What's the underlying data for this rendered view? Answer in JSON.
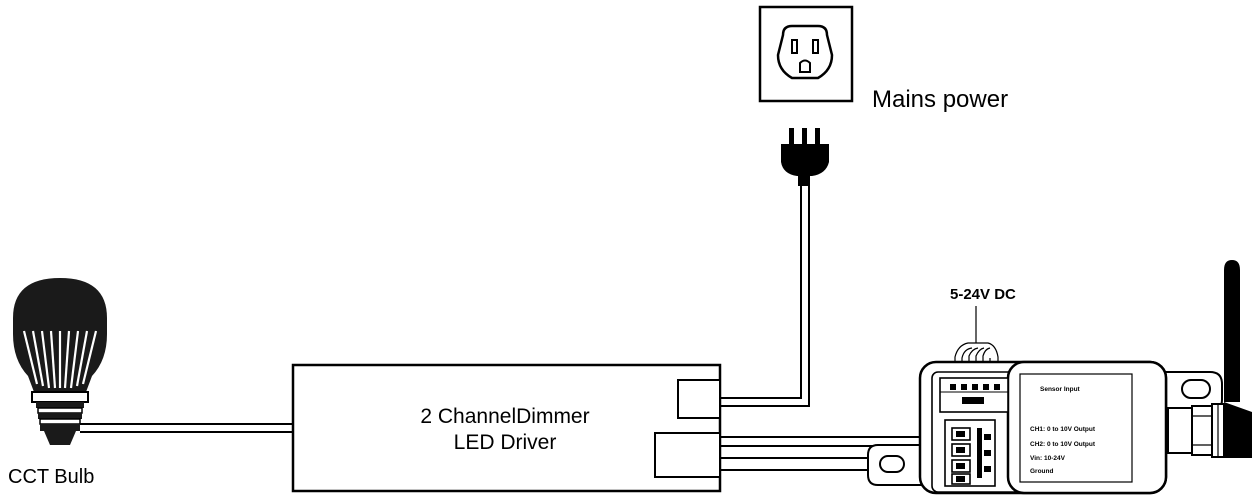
{
  "labels": {
    "mains_power": "Mains power",
    "dc_supply": "5-24V DC",
    "bulb": "CCT Bulb",
    "driver_line1": "2 ChannelDimmer",
    "driver_line2": "LED Driver"
  },
  "controller_panel": {
    "header": "Sensor Input",
    "terminals": [
      "CH1: 0 to 10V Output",
      "CH2: 0 to 10V Output",
      "Vin: 10-24V",
      "Ground"
    ]
  },
  "colors": {
    "line": "#000000",
    "fill": "#ffffff",
    "bulb_dark": "#1a1a1a"
  }
}
